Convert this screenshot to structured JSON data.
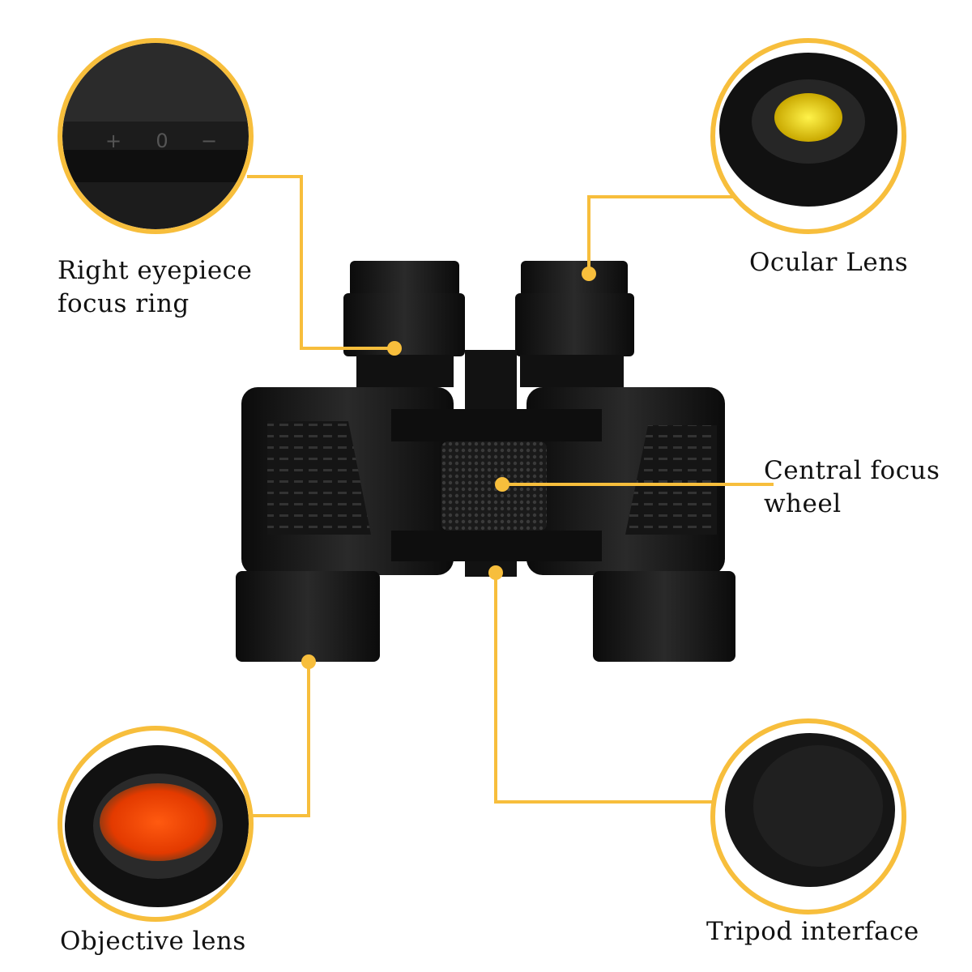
{
  "accent_color": "#F7BE3C",
  "callouts": {
    "eyepiece": {
      "label": "Right eyepiece\nfocus ring"
    },
    "ocular": {
      "label": "Ocular Lens"
    },
    "focus_wheel": {
      "label": "Central focus\nwheel"
    },
    "tripod": {
      "label": "Tripod interface"
    },
    "objective": {
      "label": "Objective lens"
    }
  },
  "eyepiece_marks": [
    "+",
    "0",
    "−"
  ]
}
